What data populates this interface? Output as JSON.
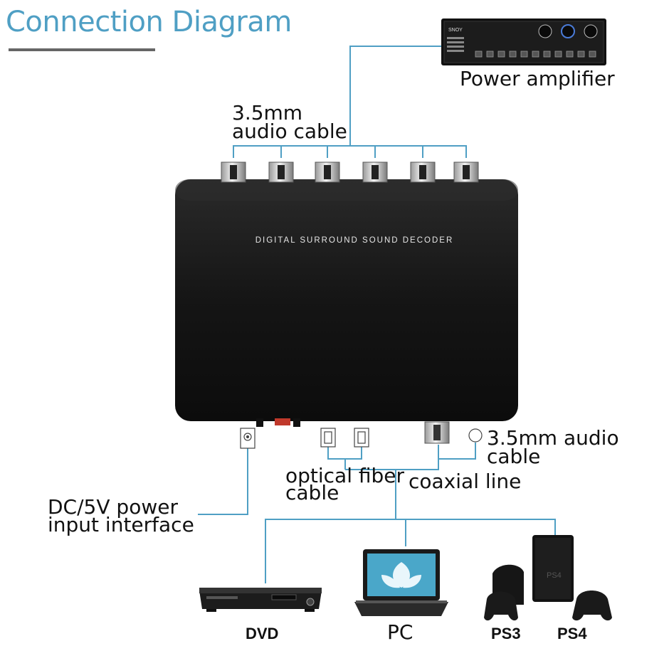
{
  "title": "Connection Diagram",
  "device": {
    "panel_text": "DIGITAL SURROUND SOUND DECODER"
  },
  "labels": {
    "power_amplifier": "Power amplifier",
    "audio_cable_top_line1": "3.5mm",
    "audio_cable_top_line2": "audio cable",
    "audio_cable_right": "3.5mm audio cable",
    "optical_line1": "optical fiber",
    "optical_line2": "cable",
    "coaxial": "coaxial line",
    "dc_line1": "DC/5V power",
    "dc_line2": "input interface",
    "dvd": "DVD",
    "pc": "PC",
    "ps3": "PS3",
    "ps4": "PS4"
  },
  "colors": {
    "line": "#4f9fc4",
    "device_body": "#1a1a1a",
    "title": "#4f9fc4"
  }
}
